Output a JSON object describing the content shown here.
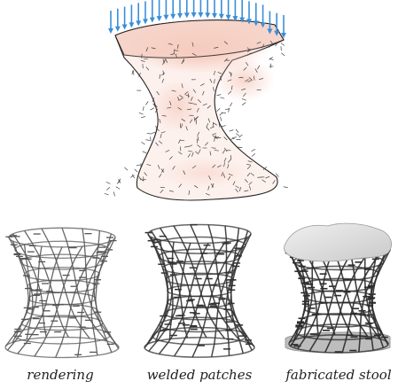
{
  "figure": {
    "captions": {
      "rendering": "rendering",
      "welded": "welded patches",
      "fabricated": "fabricated stool"
    },
    "colors": {
      "surface_fill": "#fbe6e0",
      "surface_hot": "#f2b5a4",
      "outline": "#222222",
      "load_arrow": "#3a8fd8",
      "wire": "#333333",
      "wire_light": "#555555",
      "seat": "#dcdcdc",
      "base": "#bdbdbd"
    }
  }
}
